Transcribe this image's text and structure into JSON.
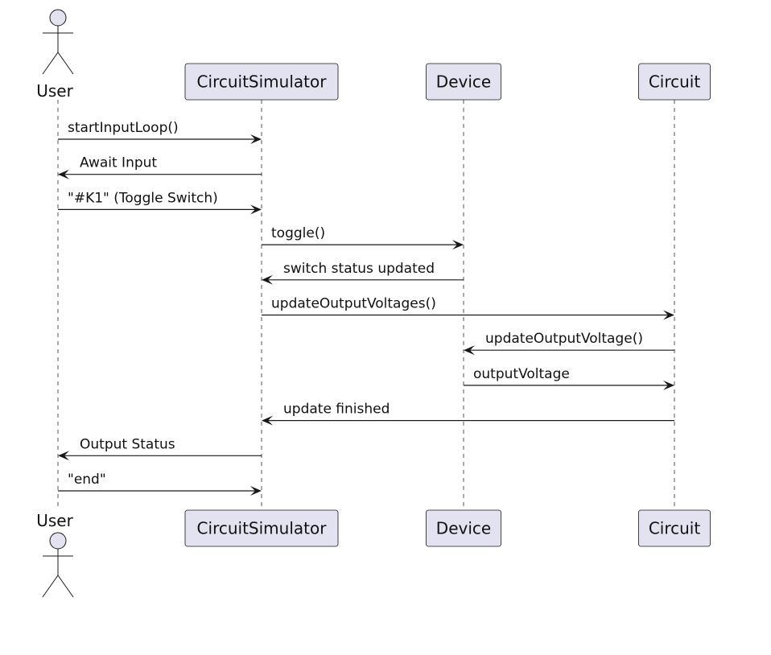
{
  "diagram": {
    "actors": [
      {
        "id": "user",
        "label": "User",
        "kind": "actor"
      },
      {
        "id": "sim",
        "label": "CircuitSimulator",
        "kind": "participant"
      },
      {
        "id": "device",
        "label": "Device",
        "kind": "participant"
      },
      {
        "id": "circuit",
        "label": "Circuit",
        "kind": "participant"
      }
    ],
    "messages": [
      {
        "from": "user",
        "to": "sim",
        "label": "startInputLoop()"
      },
      {
        "from": "sim",
        "to": "user",
        "label": "Await Input"
      },
      {
        "from": "user",
        "to": "sim",
        "label": "\"#K1\" (Toggle Switch)"
      },
      {
        "from": "sim",
        "to": "device",
        "label": "toggle()"
      },
      {
        "from": "device",
        "to": "sim",
        "label": "switch status updated"
      },
      {
        "from": "sim",
        "to": "circuit",
        "label": "updateOutputVoltages()"
      },
      {
        "from": "circuit",
        "to": "device",
        "label": "updateOutputVoltage()"
      },
      {
        "from": "device",
        "to": "circuit",
        "label": "outputVoltage"
      },
      {
        "from": "circuit",
        "to": "sim",
        "label": "update finished"
      },
      {
        "from": "sim",
        "to": "user",
        "label": "Output Status"
      },
      {
        "from": "user",
        "to": "sim",
        "label": "\"end\""
      }
    ]
  },
  "colors": {
    "participant_fill": "#e2e2f0",
    "stroke": "#181818",
    "lifeline": "#555555"
  }
}
